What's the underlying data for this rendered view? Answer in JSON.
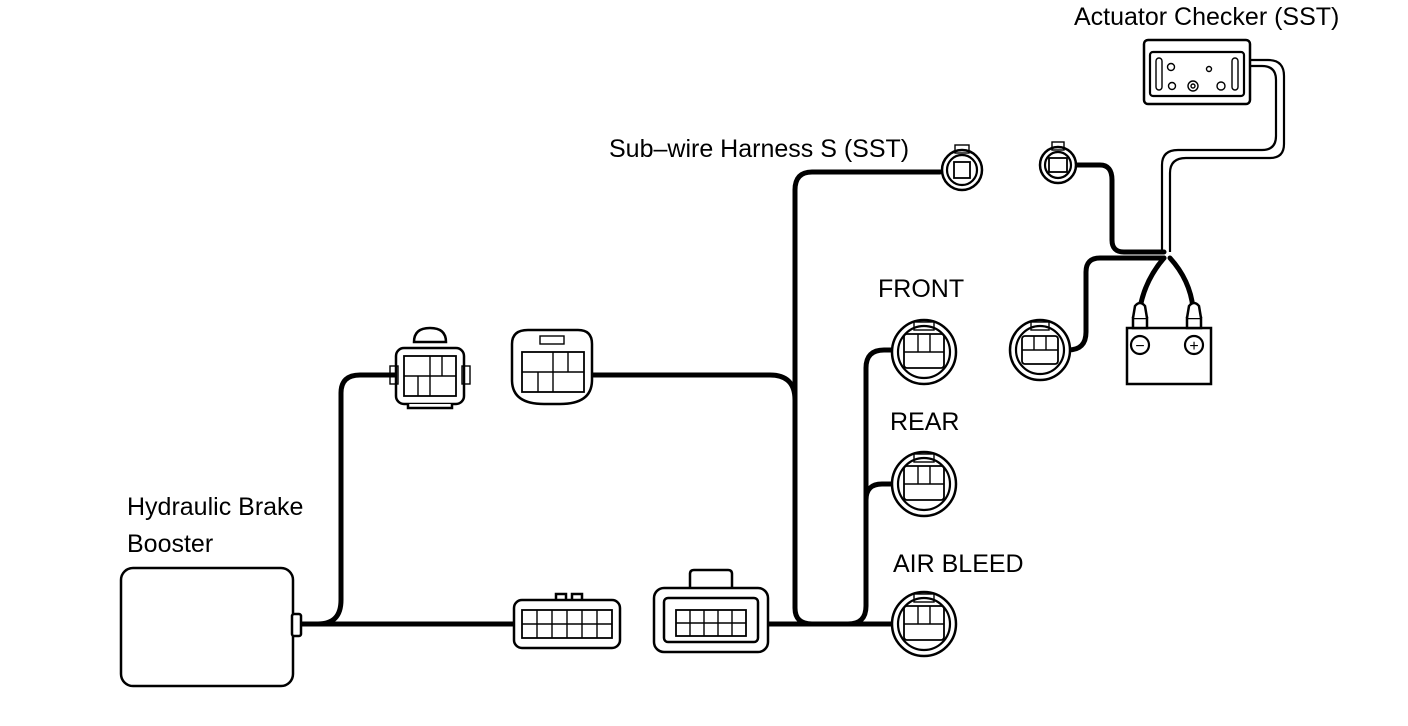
{
  "labels": {
    "actuator_checker": "Actuator Checker (SST)",
    "sub_wire_harness": "Sub–wire Harness S (SST)",
    "front": "FRONT",
    "rear": "REAR",
    "air_bleed": "AIR BLEED",
    "brake_booster_line1": "Hydraulic Brake",
    "brake_booster_line2": "Booster"
  },
  "battery_terminals": {
    "negative": "−",
    "positive": "+"
  }
}
